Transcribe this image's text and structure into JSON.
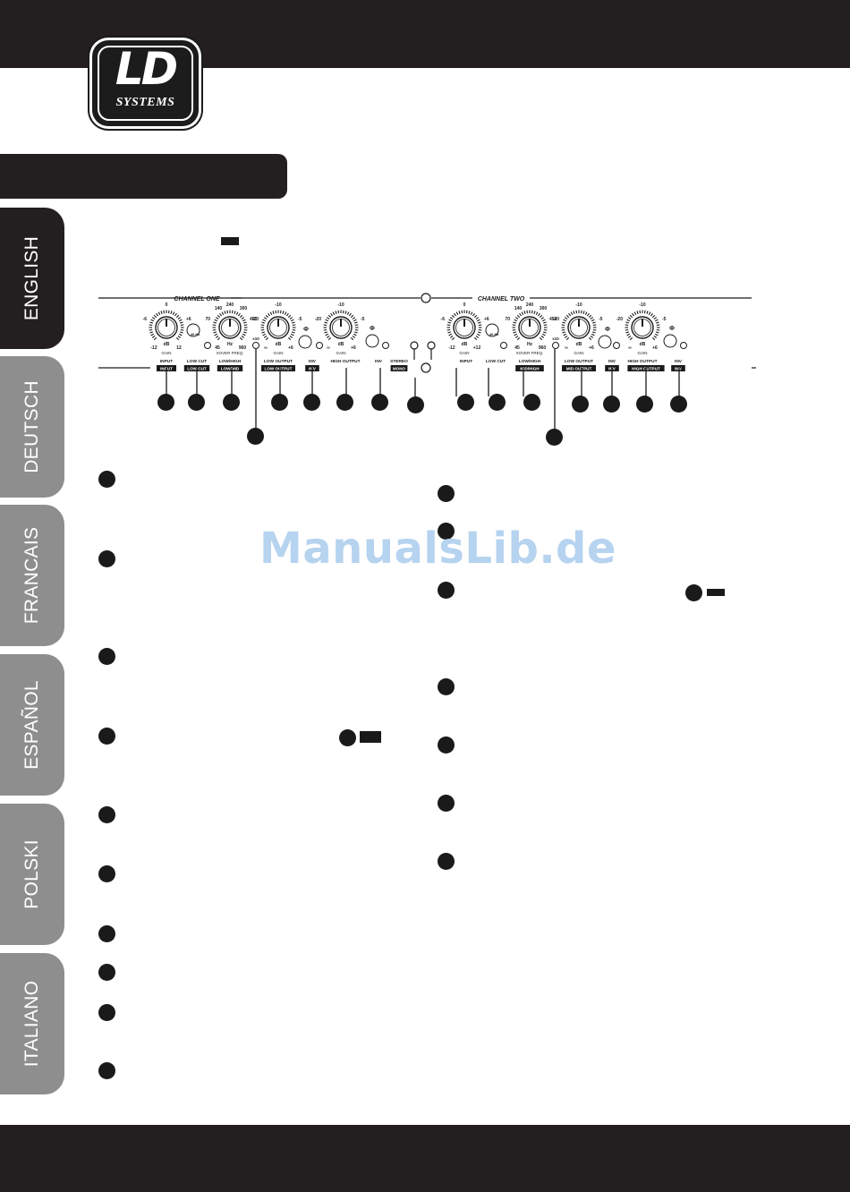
{
  "brand": {
    "logo_main": "LD",
    "logo_sub": "SYSTEMS"
  },
  "language_tabs": [
    "ENGLISH",
    "DEUTSCH",
    "FRANCAIS",
    "ESPAÑOL",
    "POLSKI",
    "ITALIANO"
  ],
  "active_tab": "ENGLISH",
  "panel": {
    "channel_one": "CHANNEL ONE",
    "channel_two": "CHANNEL TWO",
    "ch1_knobs": [
      {
        "top": "0",
        "left": "-6",
        "right": "+6",
        "bl": "-12",
        "br": "12",
        "unit": "dB",
        "caption": "GAIN"
      },
      {
        "top": "240",
        "left": "70",
        "right": "450",
        "bl": "45",
        "br": "960",
        "unit": "Hz",
        "caption": "XOVER FREQ.",
        "tl": "140",
        "tr": "300"
      },
      {
        "top": "-10",
        "left": "-20",
        "right": "-5",
        "bl": "∞",
        "br": "+6",
        "unit": "dB",
        "caption": "GAIN"
      },
      {
        "top": "-10",
        "left": "-20",
        "right": "-5",
        "bl": "∞",
        "br": "+6",
        "unit": "dB",
        "caption": "GAIN"
      }
    ],
    "ch2_knobs": [
      {
        "top": "0",
        "left": "-6",
        "right": "+6",
        "bl": "-12",
        "br": "+12",
        "unit": "dB",
        "caption": "GAIN"
      },
      {
        "top": "240",
        "left": "70",
        "right": "450",
        "bl": "45",
        "br": "960",
        "unit": "Hz",
        "caption": "XOVER FREQ.",
        "tl": "140",
        "tr": "300"
      },
      {
        "top": "-10",
        "left": "-20",
        "right": "-5",
        "bl": "∞",
        "br": "+6",
        "unit": "dB",
        "caption": "GAIN"
      },
      {
        "top": "-10",
        "left": "-20",
        "right": "-5",
        "bl": "∞",
        "br": "+6",
        "unit": "dB",
        "caption": "GAIN"
      }
    ],
    "small_labels": {
      "lowcut_freq": "40 Hz",
      "x10": "x10",
      "phase": "Φ"
    },
    "ch1_sections": [
      "INPUT",
      "LOW CUT",
      "LOW/HIGH",
      "LOW OUTPUT",
      "INV",
      "HIGH OUTPUT",
      "INV",
      "STEREO"
    ],
    "ch1_boxes": [
      "INPUT",
      "LOW CUT",
      "LOW/MID",
      "LOW OUTPUT",
      "INV",
      "MONO"
    ],
    "ch2_sections": [
      "INPUT",
      "LOW CUT",
      "LOW/HIGH",
      "LOW OUTPUT",
      "INV",
      "HIGH OUTPUT",
      "INV"
    ],
    "ch2_boxes": [
      "MID/HIGH",
      "MID OUTPUT",
      "INV",
      "HIGH OUTPUT",
      "INV"
    ]
  },
  "watermark": "ManualsLib.de"
}
